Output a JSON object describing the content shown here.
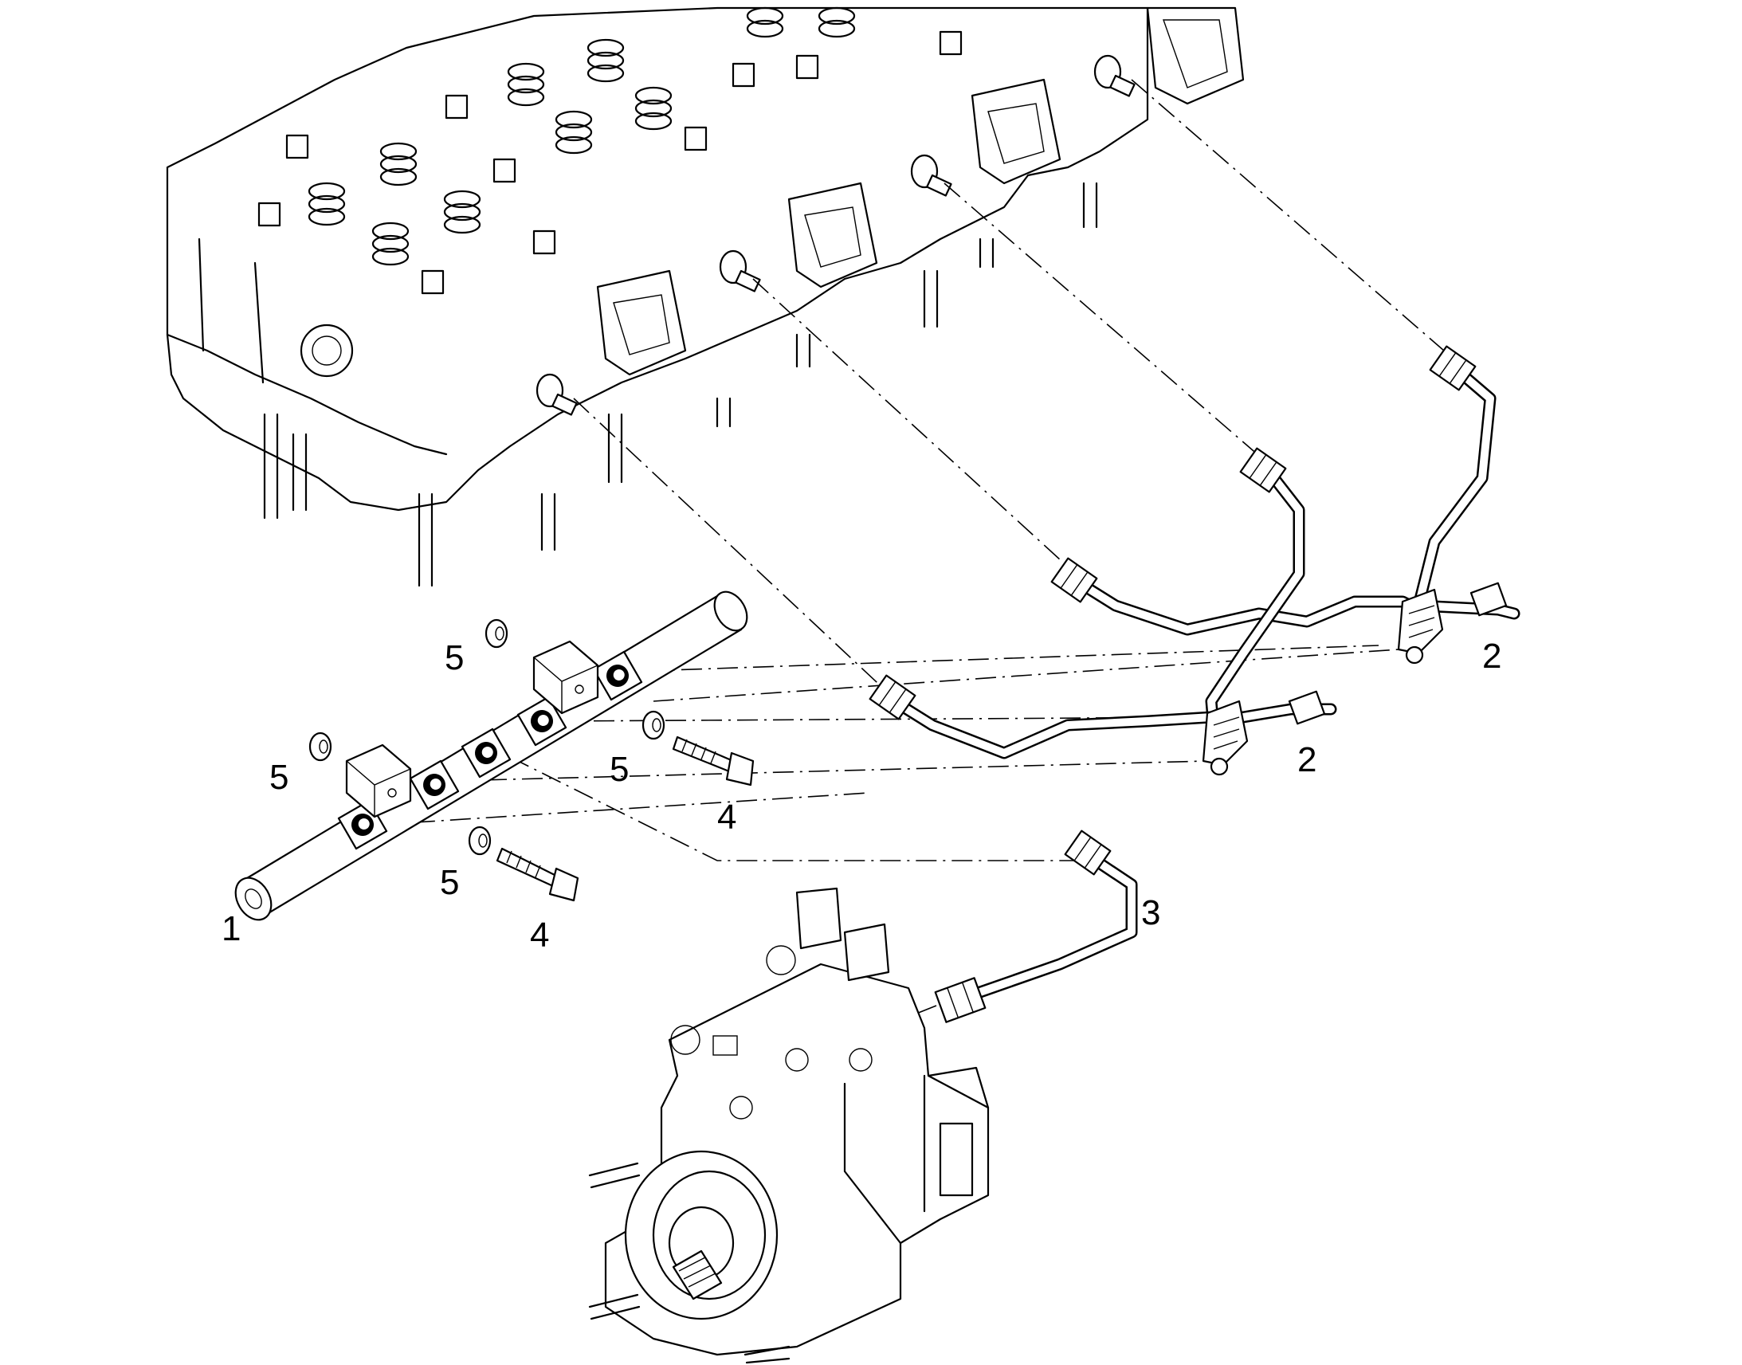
{
  "callouts": {
    "rail": "1",
    "pipe_set_upper": "2",
    "pipe_set_lower": "2",
    "pump_pipe": "3",
    "bolt_right": "4",
    "bolt_left": "4",
    "washer_top": "5",
    "washer_left": "5",
    "washer_mid": "5",
    "washer_bottom": "5"
  }
}
